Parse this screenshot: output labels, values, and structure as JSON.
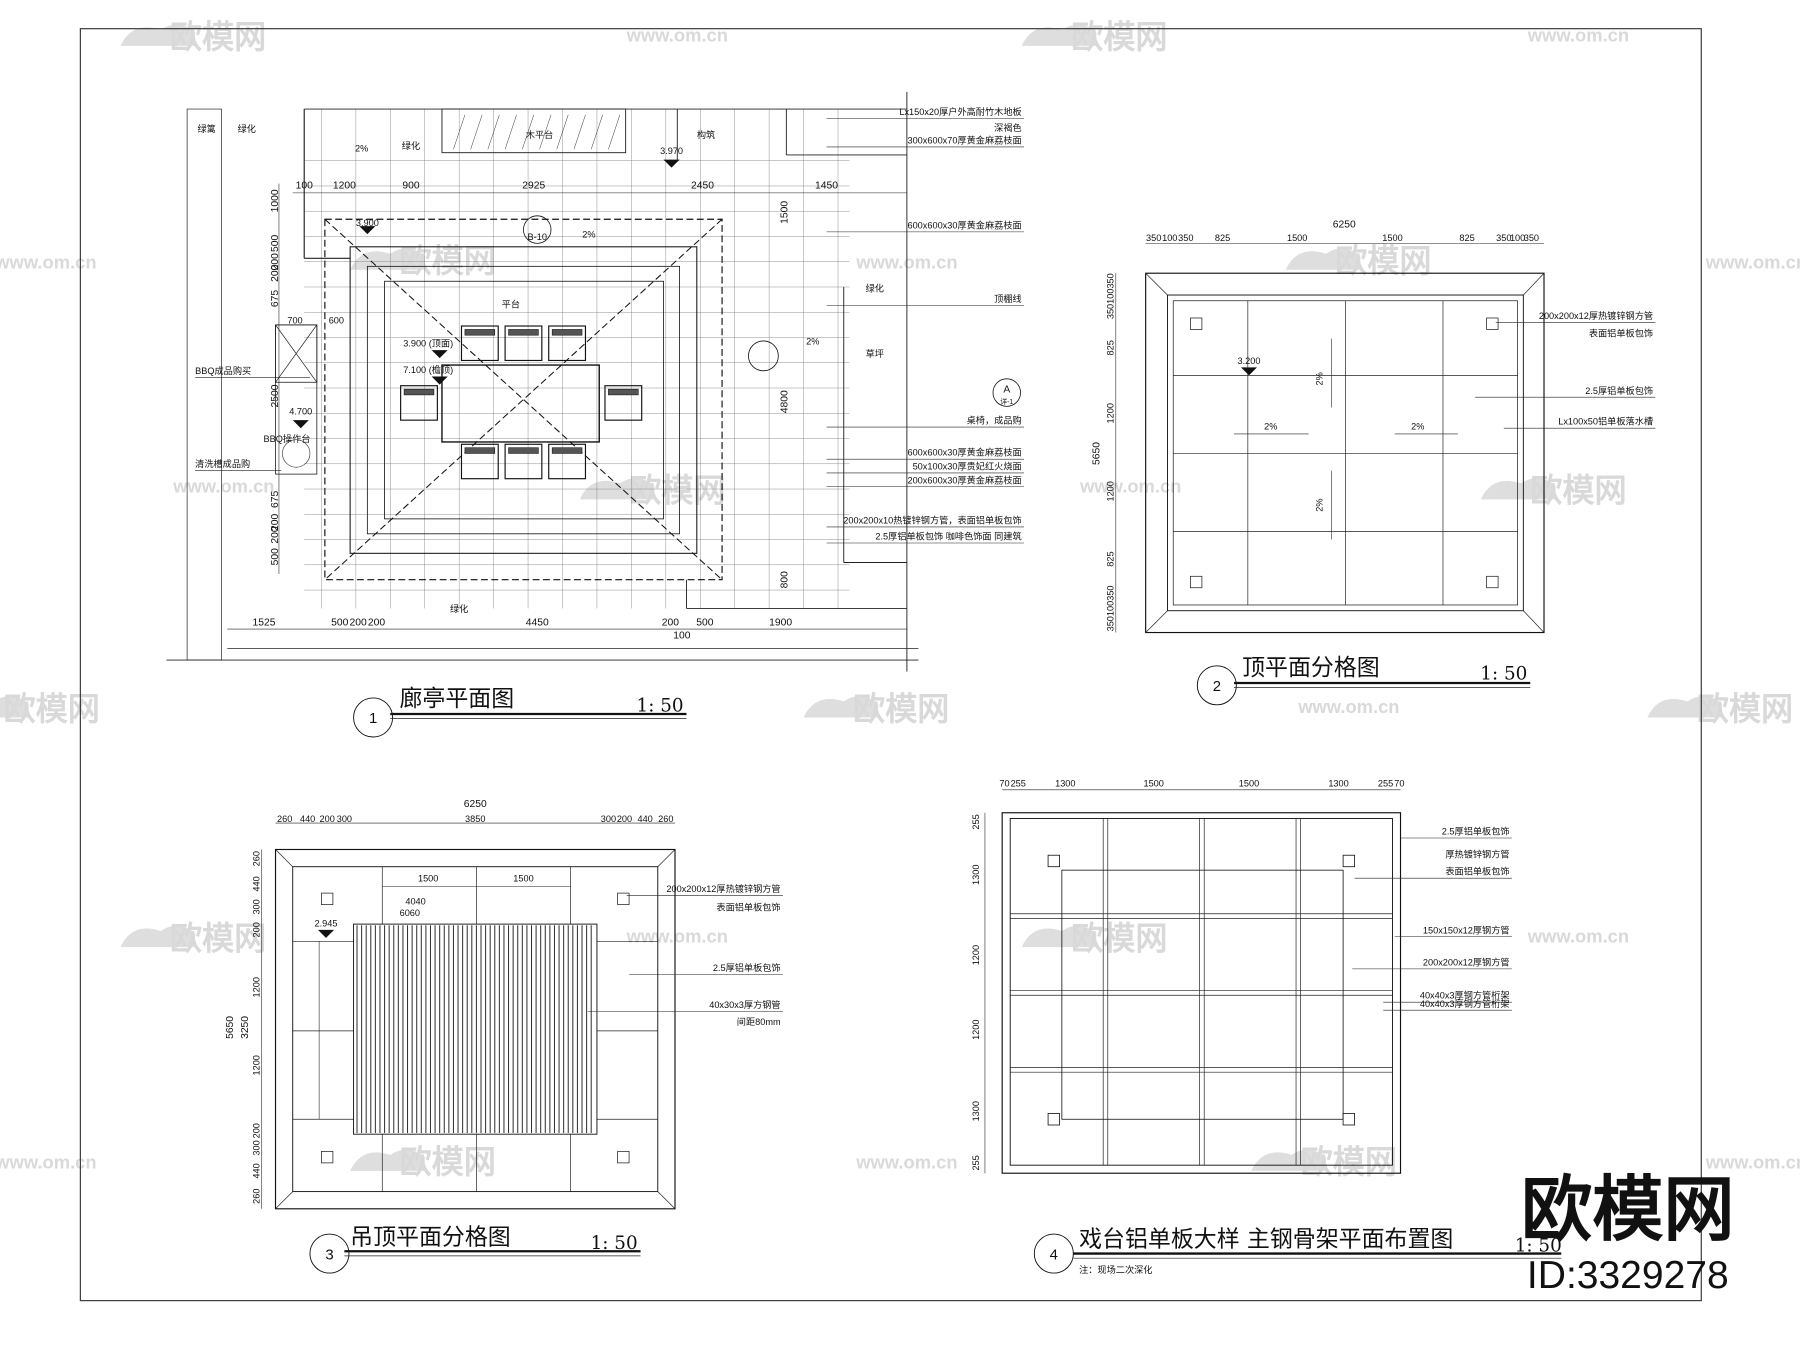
{
  "watermark": {
    "logo_text": "欧模网",
    "url_text": "www.om.cn",
    "brand": "欧模网",
    "id": "ID:3329278"
  },
  "panel1": {
    "number": "1",
    "title": "廊亭平面图",
    "scale": "1: 50",
    "top_dims": [
      "100",
      "1200",
      "900",
      "2925",
      "2450",
      "1450"
    ],
    "bottom_dims": [
      "1525",
      "500",
      "200",
      "200",
      "4450",
      "200",
      "100",
      "500",
      "1900"
    ],
    "left_dims": [
      "1000",
      "500",
      "200",
      "200",
      "675",
      "2500",
      "675",
      "200",
      "200",
      "500"
    ],
    "inner_dims": [
      "1500",
      "4800",
      "800"
    ],
    "labels": [
      "绿篱",
      "绿化",
      "绿化",
      "木平台",
      "构筑",
      "3.970",
      "2%",
      "3.900",
      "B-10",
      "2%",
      "平台",
      "700",
      "600",
      "BBQ成品购买",
      "3.900 (顶面)",
      "7.100 (檐顶)",
      "4.700",
      "BBQ操作台",
      "清洗槽成品购",
      "绿化",
      "草坪",
      "2%",
      "绿化",
      "2%"
    ],
    "callouts": [
      "Lx150x20厚户外高耐竹木地板",
      "深褐色",
      "300x600x70厚黄金麻荔枝面",
      "600x600x30厚黄金麻荔枝面",
      "顶棚线",
      "桌椅，成品购",
      "600x600x30厚黄金麻荔枝面",
      "50x100x30厚贵妃红火烧面",
      "200x600x30厚黄金麻荔枝面",
      "200x200x10热镀锌钢方管，表面铝单板包饰",
      "2.5厚铝单板包饰 咖啡色饰面 同建筑"
    ],
    "section_mark": {
      "letter": "A",
      "sub": "详-1"
    }
  },
  "panel2": {
    "number": "2",
    "title": "顶平面分格图",
    "scale": "1: 50",
    "overall_width": "6250",
    "overall_height": "5650",
    "top_dims": [
      "350",
      "100",
      "350",
      "825",
      "1500",
      "1500",
      "825",
      "350",
      "100",
      "350"
    ],
    "left_dims": [
      "350100350",
      "825",
      "1200",
      "1200",
      "825",
      "350100350"
    ],
    "labels": [
      "3.200",
      "2%",
      "2%",
      "2%",
      "2%"
    ],
    "callouts": [
      "200x200x12厚热镀锌钢方管",
      "表面铝单板包饰",
      "2.5厚铝单板包饰",
      "Lx100x50铝单板落水槽"
    ]
  },
  "panel3": {
    "number": "3",
    "title": "吊顶平面分格图",
    "scale": "1: 50",
    "overall_width": "6250",
    "overall_height": "5650",
    "inner_height": "3250",
    "top_dims": [
      "260",
      "440",
      "200",
      "300",
      "3850",
      "300",
      "200",
      "440",
      "260"
    ],
    "left_dims": [
      "260",
      "440",
      "300",
      "200",
      "1200",
      "1200",
      "200",
      "300",
      "440",
      "260"
    ],
    "inner_dims": [
      "1500",
      "1500",
      "4040",
      "6060"
    ],
    "labels": [
      "2.945"
    ],
    "callouts": [
      "200x200x12厚热镀锌钢方管",
      "表面铝单板包饰",
      "2.5厚铝单板包饰",
      "40x30x3厚方钢管",
      "间距80mm"
    ]
  },
  "panel4": {
    "number": "4",
    "title": "戏台铝单板大样  主钢骨架平面布置图",
    "scale": "1: 50",
    "note": "注：现场二次深化",
    "top_dims": [
      "70",
      "255",
      "1300",
      "1500",
      "1500",
      "1300",
      "255",
      "70"
    ],
    "left_dims": [
      "255",
      "1300",
      "1200",
      "1200",
      "1300",
      "255"
    ],
    "callouts": [
      "2.5厚铝单板包饰",
      "厚热镀锌钢方管",
      "表面铝单板包饰",
      "150x150x12厚钢方管",
      "200x200x12厚钢方管",
      "40x40x3厚钢方管桁架",
      "40x40x3厚钢方管桁架"
    ]
  }
}
